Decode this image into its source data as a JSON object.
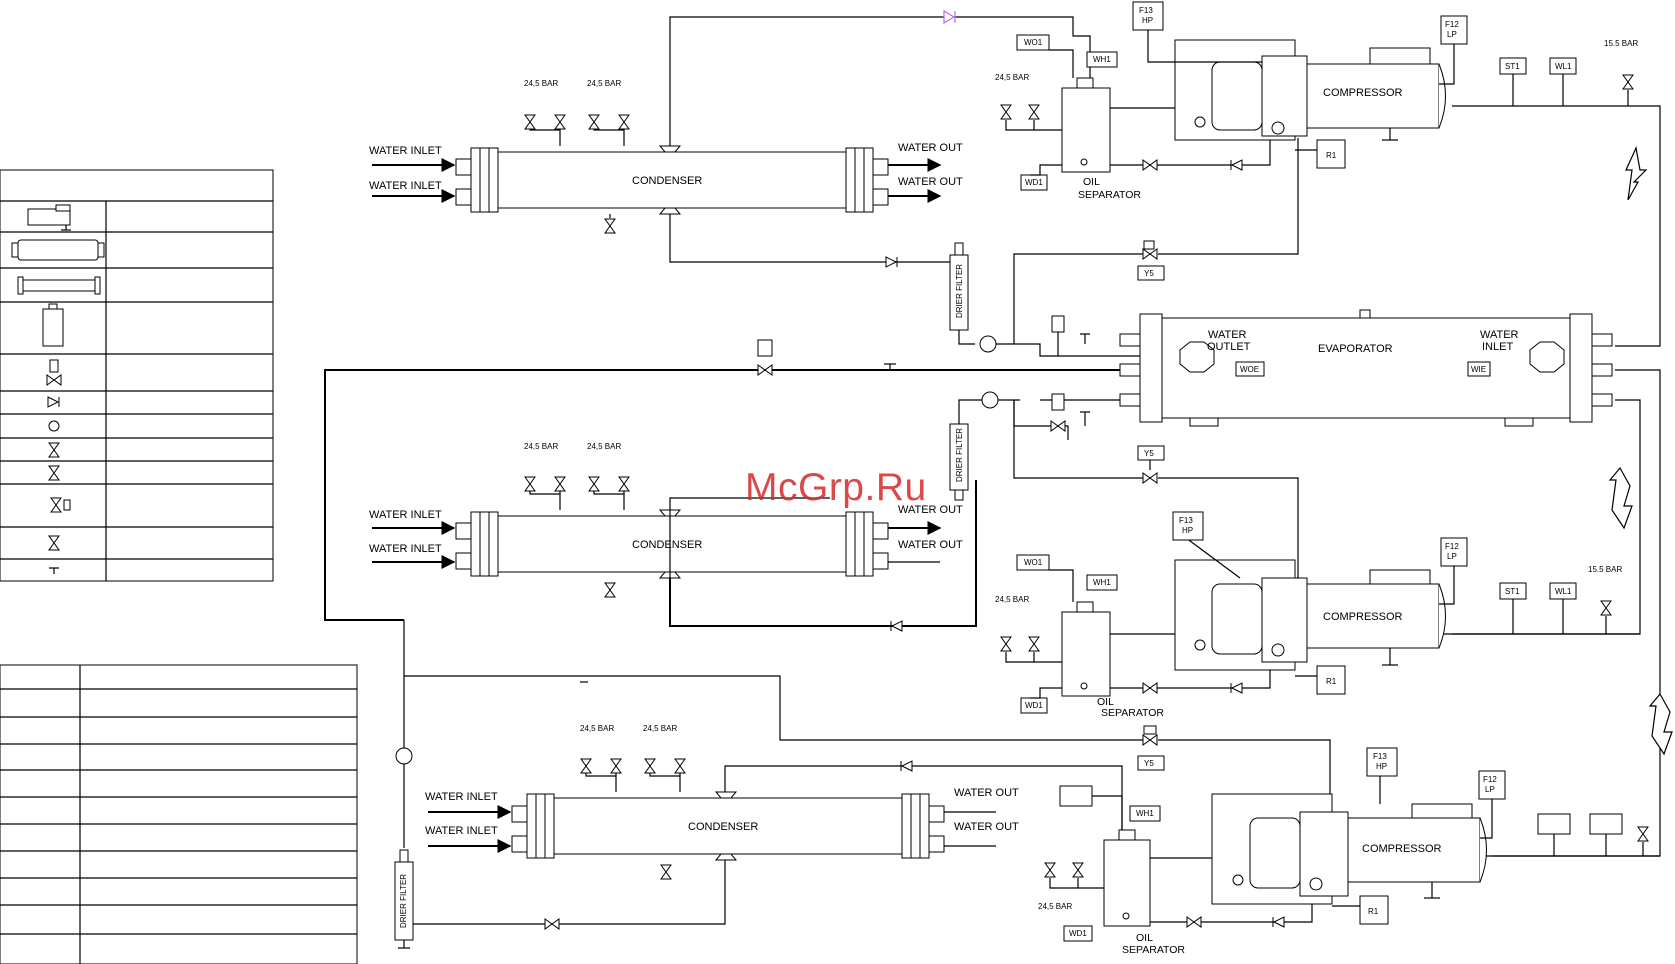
{
  "watermark": "McGrp.Ru",
  "labels": {
    "water_inlet": "WATER INLET",
    "water_out": "WATER OUT",
    "condenser": "CONDENSER",
    "compressor": "COMPRESSOR",
    "evaporator": "EVAPORATOR",
    "evap_water_outlet_1": "WATER",
    "evap_water_outlet_2": "OUTLET",
    "evap_water_inlet_1": "WATER",
    "evap_water_inlet_2": "INLET",
    "oil": "OIL",
    "separator": "SEPARATOR",
    "drier_filter": "DRIER FILTER",
    "relief_bar": "24,5 BAR",
    "lp_bar": "15.5 BAR"
  },
  "tags": {
    "wo1": "WO1",
    "wh1": "WH1",
    "wd1": "WD1",
    "r1": "R1",
    "y5": "Y5",
    "f13": "F13",
    "hp": "HP",
    "f12": "F12",
    "lp": "LP",
    "st1": "ST1",
    "wl1": "WL1",
    "woe": "WOE",
    "wie": "WIE"
  },
  "colors": {
    "line": "#000000",
    "watermark": "#d42a2a",
    "check_valve_accent": "#b46ee6"
  }
}
